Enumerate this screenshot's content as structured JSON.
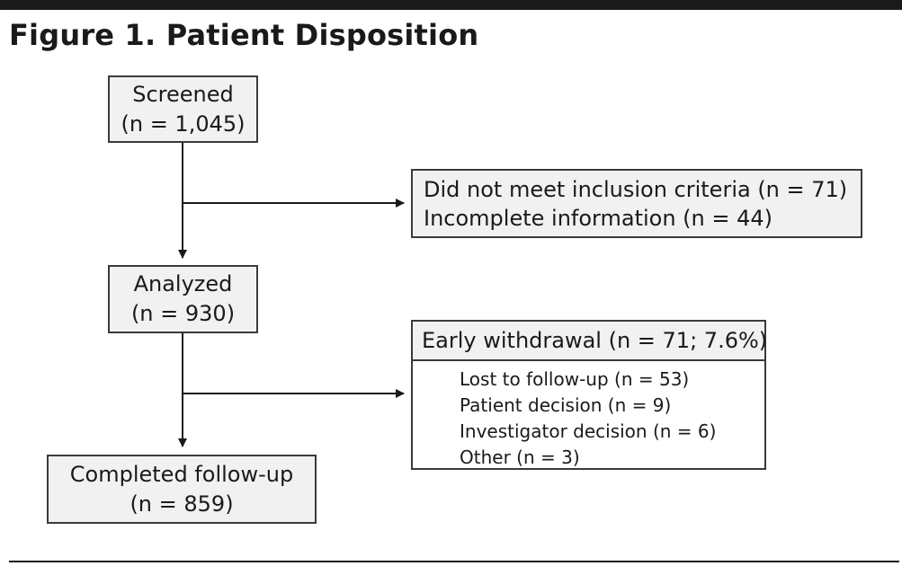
{
  "figure": {
    "title": "Figure 1. Patient Disposition"
  },
  "nodes": {
    "screened": {
      "label": "Screened",
      "count": "(n = 1,045)"
    },
    "excluded": {
      "line1": "Did not meet inclusion criteria (n = 71)",
      "line2": "Incomplete information (n = 44)"
    },
    "analyzed": {
      "label": "Analyzed",
      "count": "(n = 930)"
    },
    "withdrawal": {
      "heading": "Early withdrawal (n = 71; 7.6%)",
      "reasons": [
        "Lost to follow-up (n = 53)",
        "Patient decision (n = 9)",
        "Investigator decision (n = 6)",
        "Other (n = 3)"
      ]
    },
    "completed": {
      "label": "Completed follow-up",
      "count": "(n = 859)"
    }
  },
  "colors": {
    "box_fill": "#f1f1f1",
    "line": "#1a1a1a"
  }
}
